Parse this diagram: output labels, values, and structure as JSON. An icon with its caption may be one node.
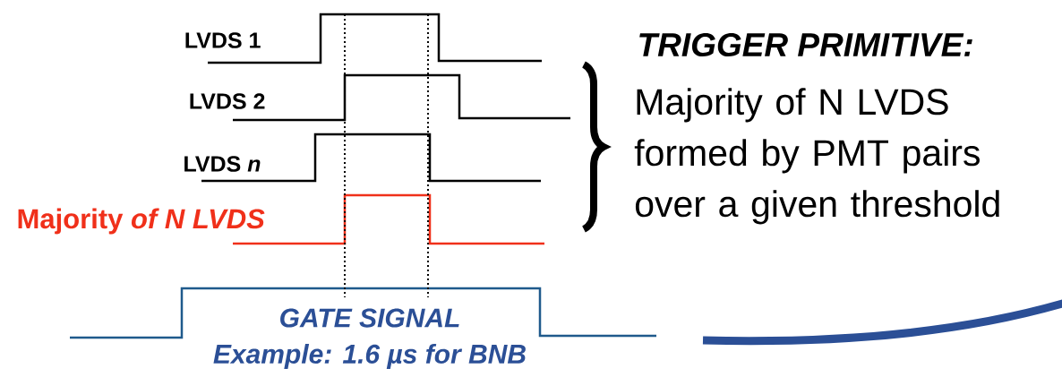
{
  "diagram": {
    "labels": [
      "LVDS 1",
      "LVDS 2",
      "LVDS *n*",
      "Majority *of N LVDS*",
      "TRIGGER PRIMITIVE:",
      "Majority of N LVDS formed by PMT pairs over a given threshold",
      "GATE SIGNAL",
      "Example: 1.6 µs for BNB"
    ]
  }
}
